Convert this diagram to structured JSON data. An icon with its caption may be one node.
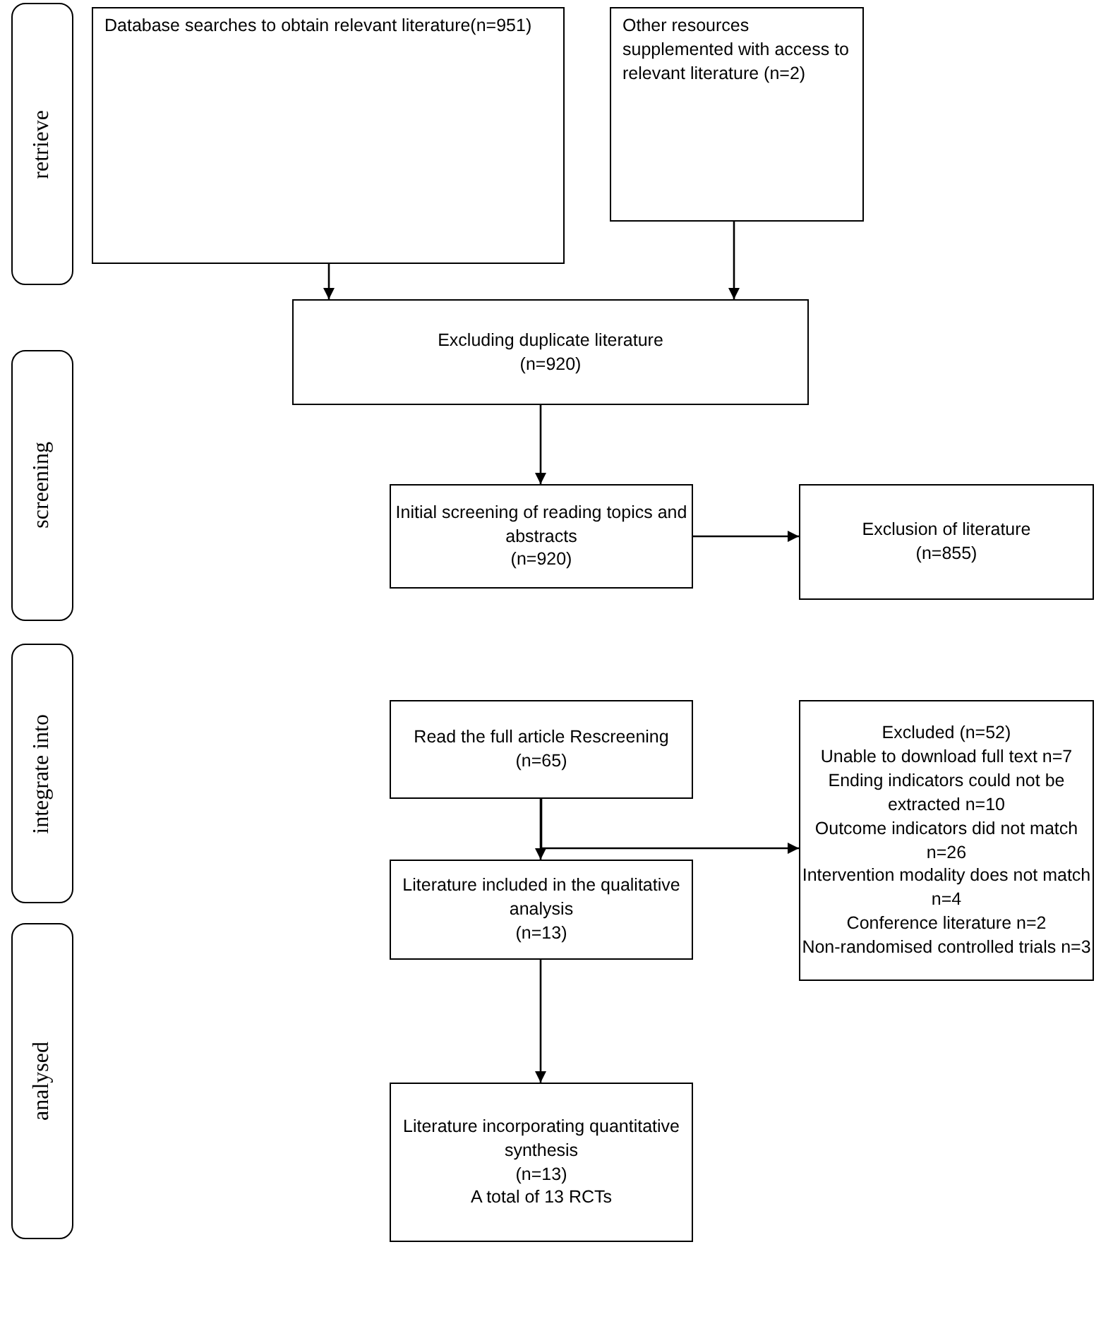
{
  "diagram": {
    "nodes": [
      {
        "text": [
          "retrieve"
        ]
      },
      {
        "text": [
          "Database searches to obtain relevant literature(n=951)"
        ]
      },
      {
        "text": [
          "Other resources supplemented with access to relevant literature (n=2)"
        ]
      },
      {
        "text": [
          "Excluding duplicate literature",
          "(n=920)"
        ]
      },
      {
        "text": [
          "screening"
        ]
      },
      {
        "text": [
          "Initial screening of reading topics and abstracts",
          "(n=920)"
        ]
      },
      {
        "text": [
          "Exclusion of literature",
          "(n=855)"
        ]
      },
      {
        "text": [
          "integrate into"
        ]
      },
      {
        "text": [
          "Read the full article Rescreening",
          "(n=65)"
        ]
      },
      {
        "text": [
          "Excluded (n=52)",
          "Unable to download full text n=7",
          "Ending indicators could not be extracted n=10",
          "Outcome indicators did not match n=26",
          "Intervention modality does not match n=4",
          "Conference literature n=2",
          "Non-randomised controlled trials n=3"
        ]
      },
      {
        "text": [
          "Literature included in the qualitative analysis",
          "(n=13)"
        ]
      },
      {
        "text": [
          "analysed"
        ]
      },
      {
        "text": [
          "Literature incorporating quantitative synthesis",
          "(n=13)",
          "A total of 13 RCTs"
        ]
      }
    ],
    "edges": [
      {
        "from": 1,
        "to": 3,
        "arrow": "to"
      },
      {
        "from": 2,
        "to": 3,
        "arrow": "to"
      },
      {
        "from": 3,
        "to": 5,
        "arrow": "to"
      },
      {
        "from": 5,
        "to": 6,
        "arrow": "to"
      },
      {
        "from": 8,
        "to": 10,
        "arrow": "to"
      },
      {
        "from": 8,
        "to": 9,
        "arrow": "to"
      },
      {
        "from": 10,
        "to": 12,
        "arrow": "to"
      }
    ]
  }
}
